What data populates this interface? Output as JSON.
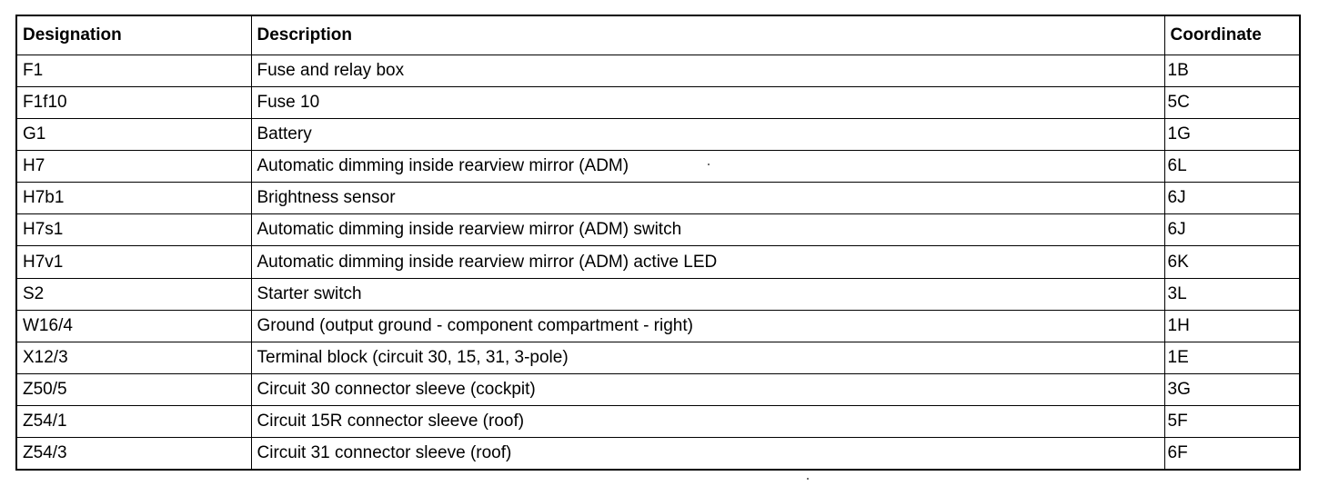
{
  "table": {
    "headers": [
      "Designation",
      "Description",
      "Coordinate"
    ],
    "rows": [
      [
        "F1",
        "Fuse and relay box",
        "1B"
      ],
      [
        "F1f10",
        "Fuse 10",
        "5C"
      ],
      [
        "G1",
        "Battery",
        "1G"
      ],
      [
        "H7",
        "Automatic dimming inside rearview mirror (ADM)",
        "6L"
      ],
      [
        "H7b1",
        "Brightness sensor",
        "6J"
      ],
      [
        "H7s1",
        "Automatic dimming inside rearview mirror (ADM) switch",
        "6J"
      ],
      [
        "H7v1",
        "Automatic dimming inside rearview mirror (ADM) active LED",
        "6K"
      ],
      [
        "S2",
        "Starter switch",
        "3L"
      ],
      [
        "W16/4",
        "Ground (output ground - component compartment - right)",
        "1H"
      ],
      [
        "X12/3",
        "Terminal block (circuit 30, 15, 31, 3-pole)",
        "1E"
      ],
      [
        "Z50/5",
        "Circuit 30 connector sleeve (cockpit)",
        "3G"
      ],
      [
        "Z54/1",
        "Circuit 15R connector sleeve (roof)",
        "5F"
      ],
      [
        "Z54/3",
        "Circuit 31 connector sleeve (roof)",
        "6F"
      ]
    ]
  }
}
